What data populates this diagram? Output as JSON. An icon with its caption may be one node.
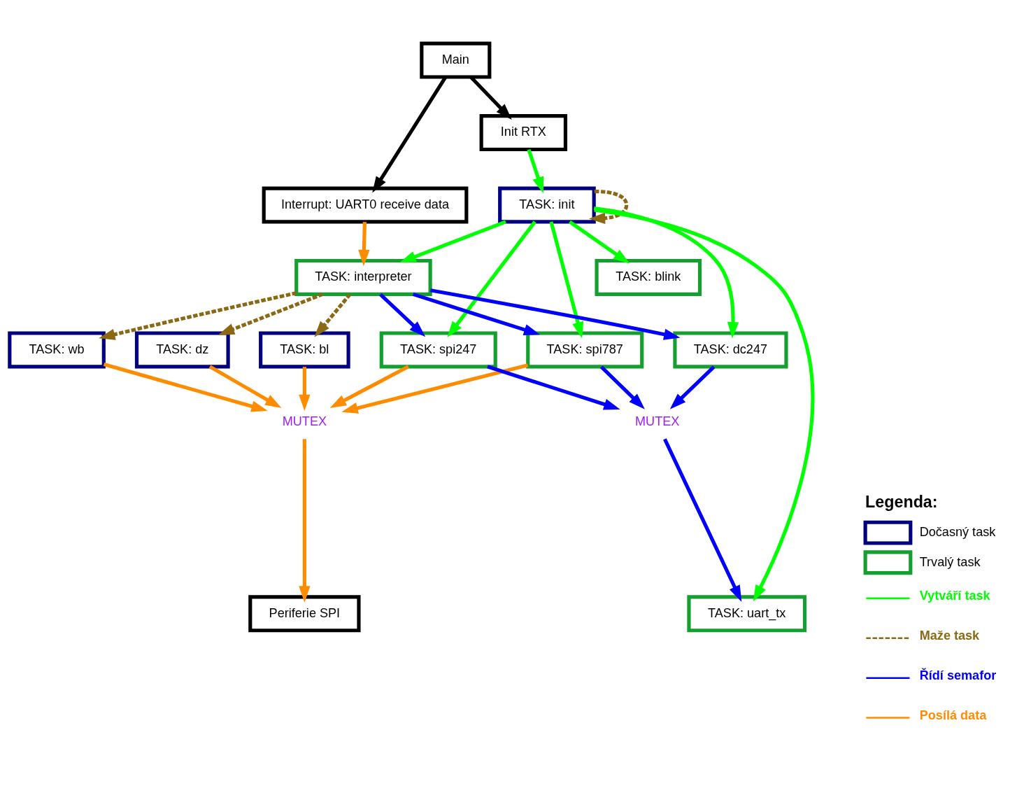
{
  "diagram": {
    "nodes": [
      {
        "text": [
          "Main"
        ]
      },
      {
        "text": [
          "Init RTX"
        ]
      },
      {
        "text": [
          "Interrupt: UART0 receive data"
        ]
      },
      {
        "text": [
          "TASK: init"
        ]
      },
      {
        "text": [
          "TASK: blink"
        ]
      },
      {
        "text": [
          "TASK: wb"
        ]
      },
      {
        "text": [
          "TASK: interpreter"
        ]
      },
      {
        "text": [
          "TASK: spi787"
        ]
      },
      {
        "text": [
          "TASK: dz"
        ]
      },
      {
        "text": [
          "TASK: spi247"
        ]
      },
      {
        "text": [
          "TASK: bl"
        ]
      },
      {
        "text": [
          "TASK: dc247"
        ]
      },
      {
        "text": [
          "MUTEX"
        ]
      },
      {
        "text": [
          "TASK: uart_tx"
        ]
      },
      {
        "text": [
          "MUTEX"
        ]
      },
      {
        "text": [
          "Periferie SPI"
        ]
      }
    ],
    "edges": [
      {
        "from": 0,
        "to": 1,
        "arrow": "to",
        "color": "#000000"
      },
      {
        "from": 0,
        "to": 2,
        "arrow": "to",
        "color": "#000000"
      },
      {
        "from": 1,
        "to": 3,
        "arrow": "to",
        "color": "#00ff00"
      },
      {
        "from": 3,
        "to": 4,
        "arrow": "to",
        "color": "#00ff00"
      },
      {
        "from": 3,
        "to": 3,
        "arrow": "to",
        "style": "dashed",
        "color": "#8b6914"
      },
      {
        "from": 3,
        "to": 7,
        "arrow": "to",
        "color": "#00ff00"
      },
      {
        "from": 3,
        "to": 9,
        "arrow": "to",
        "color": "#00ff00"
      },
      {
        "from": 3,
        "to": 11,
        "arrow": "to",
        "color": "#00ff00"
      },
      {
        "from": 3,
        "to": 6,
        "arrow": "to",
        "color": "#00ff00"
      },
      {
        "from": 3,
        "to": 13,
        "arrow": "to",
        "color": "#00ff00"
      },
      {
        "from": 2,
        "to": 6,
        "arrow": "to",
        "color": "#ff8c00"
      },
      {
        "from": 6,
        "to": 5,
        "arrow": "to",
        "style": "dashed",
        "color": "#8b6914"
      },
      {
        "from": 6,
        "to": 8,
        "arrow": "to",
        "style": "dashed",
        "color": "#8b6914"
      },
      {
        "from": 6,
        "to": 10,
        "arrow": "to",
        "style": "dashed",
        "color": "#8b6914"
      },
      {
        "from": 6,
        "to": 7,
        "arrow": "to",
        "color": "#0000ff"
      },
      {
        "from": 6,
        "to": 9,
        "arrow": "to",
        "color": "#0000ff"
      },
      {
        "from": 6,
        "to": 11,
        "arrow": "to",
        "color": "#0000ff"
      },
      {
        "from": 11,
        "to": 12,
        "arrow": "to",
        "color": "#0000ff"
      },
      {
        "from": 9,
        "to": 12,
        "arrow": "to",
        "color": "#0000ff"
      },
      {
        "from": 7,
        "to": 12,
        "arrow": "to",
        "color": "#0000ff"
      },
      {
        "from": 12,
        "to": 13,
        "arrow": "to",
        "color": "#0000ff"
      },
      {
        "from": 5,
        "to": 14,
        "arrow": "to",
        "color": "#ff8c00"
      },
      {
        "from": 8,
        "to": 14,
        "arrow": "to",
        "color": "#ff8c00"
      },
      {
        "from": 10,
        "to": 14,
        "arrow": "to",
        "color": "#ff8c00"
      },
      {
        "from": 9,
        "to": 14,
        "arrow": "to",
        "color": "#ff8c00"
      },
      {
        "from": 7,
        "to": 14,
        "arrow": "to",
        "color": "#ff8c00"
      },
      {
        "from": 14,
        "to": 15,
        "arrow": "to",
        "color": "#ff8c00"
      }
    ],
    "labels": [
      "Legenda:"
    ],
    "legend": [
      {
        "text": "Dočasný task"
      },
      {
        "text": "Trvalý task"
      },
      {
        "text": "Vytváří task"
      },
      {
        "text": "Maže task"
      },
      {
        "text": "Řídí semafor"
      },
      {
        "text": "Posílá data"
      }
    ]
  }
}
